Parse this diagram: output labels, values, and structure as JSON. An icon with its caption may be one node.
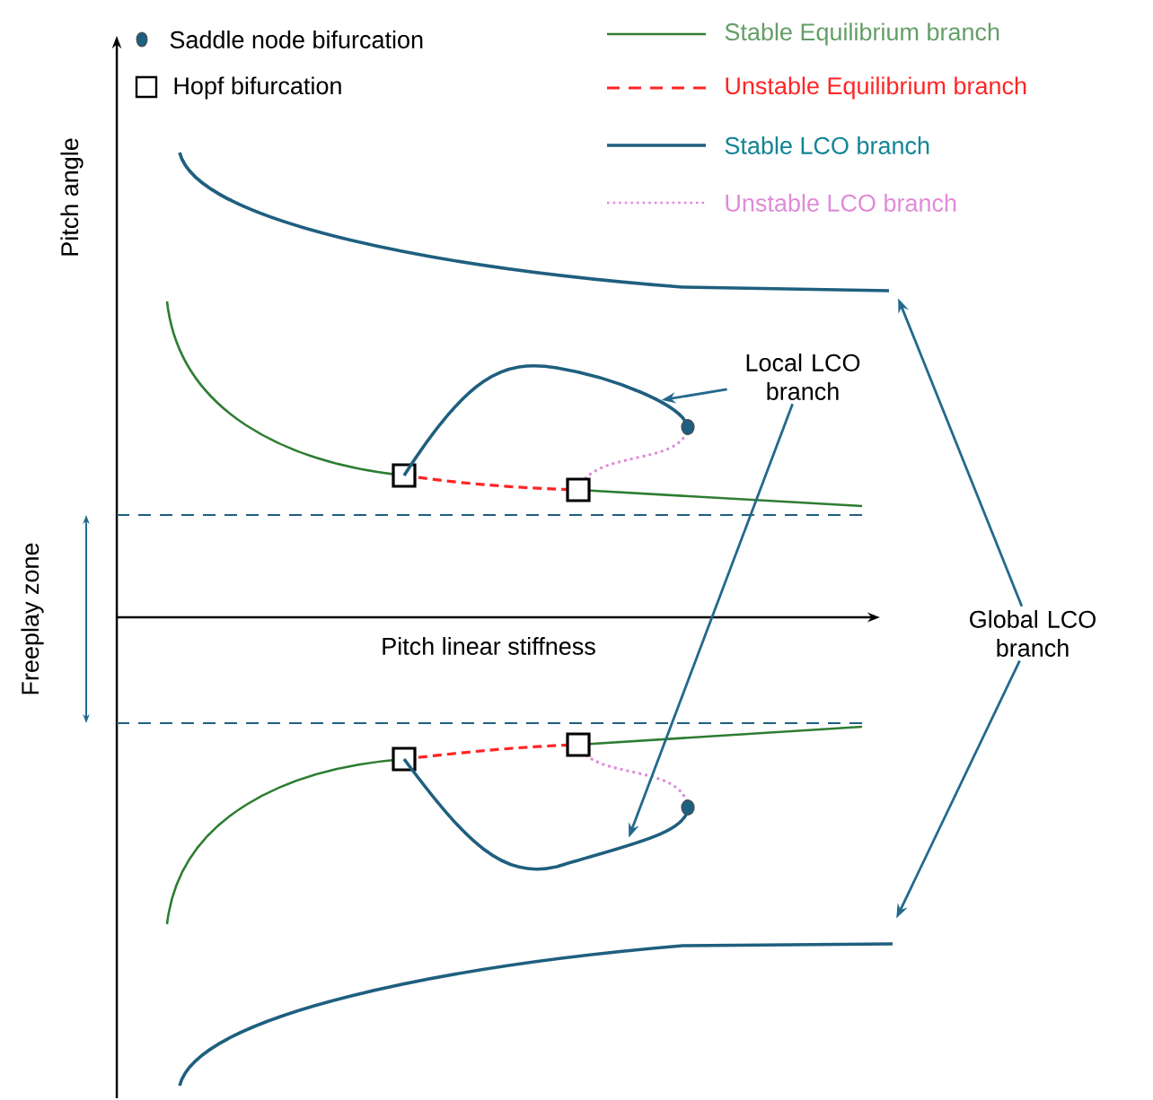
{
  "diagram": {
    "nodes": [
      {
        "text": [
          "Local LCO branch"
        ]
      },
      {
        "text": [
          "Global LCO branch"
        ]
      },
      {
        "text": [],
        "shape": "curve"
      },
      {
        "text": [],
        "shape": "curve"
      },
      {
        "text": [],
        "shape": "curve"
      },
      {
        "text": [],
        "shape": "curve"
      }
    ],
    "edges": [
      {
        "from": 0,
        "to": 3,
        "arrow": "to"
      },
      {
        "from": 0,
        "to": 4,
        "arrow": "to"
      },
      {
        "from": 1,
        "to": 2,
        "arrow": "to"
      },
      {
        "from": 1,
        "to": 5,
        "arrow": "to"
      }
    ],
    "labels": [
      "Pitch angle",
      "Pitch linear stiffness",
      "Freeplay zone"
    ],
    "legend": [
      {
        "text": "Saddle node bifurcation"
      },
      {
        "text": "Hopf bifurcation"
      },
      {
        "text": "Stable Equilibrium branch"
      },
      {
        "text": "Unstable Equilibrium branch"
      },
      {
        "text": "Stable LCO branch"
      },
      {
        "text": "Unstable LCO branch"
      }
    ]
  }
}
